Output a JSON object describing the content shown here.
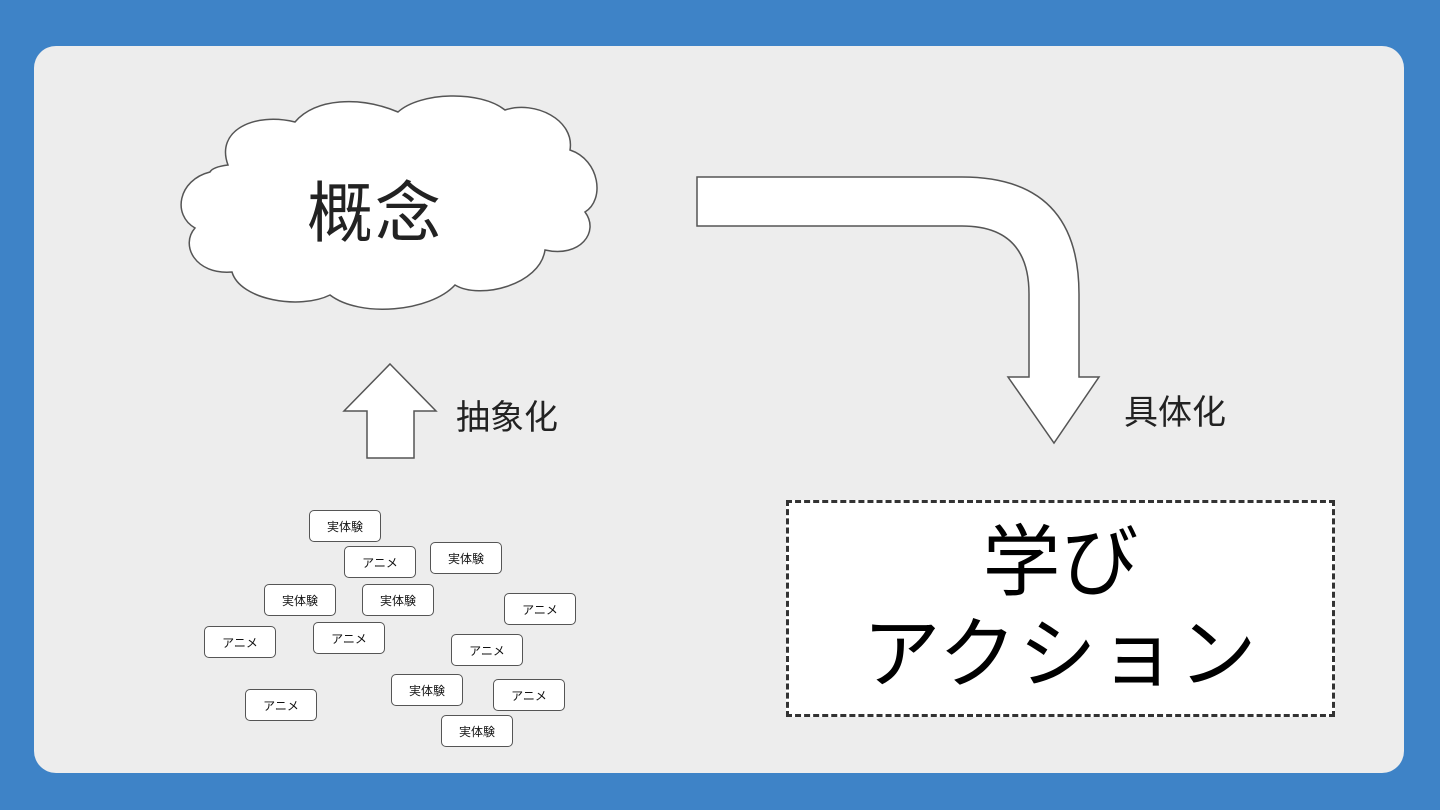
{
  "diagram": {
    "concept_label": "概念",
    "abstraction_label": "抽象化",
    "concretization_label": "具体化",
    "experience_chips": [
      "実体験",
      "アニメ",
      "実体験",
      "実体験",
      "実体験",
      "アニメ",
      "アニメ",
      "アニメ",
      "アニメ",
      "アニメ",
      "実体験",
      "アニメ",
      "実体験"
    ],
    "result_line1": "学び",
    "result_line2": "アクション"
  },
  "colors": {
    "background": "#3e83c7",
    "panel": "#ededed",
    "shape_fill": "#ffffff",
    "stroke": "#555555"
  }
}
